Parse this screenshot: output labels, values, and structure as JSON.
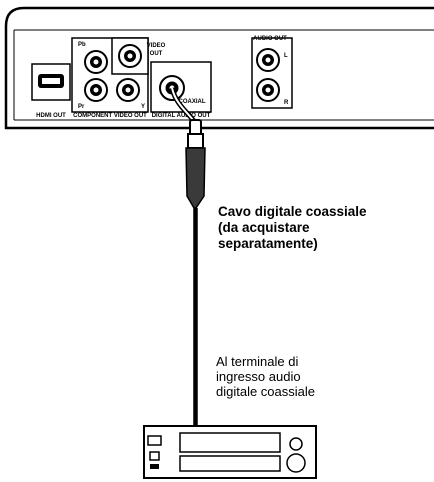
{
  "player_panel": {
    "labels": {
      "hdmi_out": "HDMI OUT",
      "pb": "Pb",
      "pr": "Pr",
      "y": "Y",
      "component_video_out": "COMPONENT VIDEO OUT",
      "video_out_line1": "VIDEO",
      "video_out_line2": "OUT",
      "coaxial": "COAXIAL",
      "digital_audio_out": "DIGITAL AUDIO OUT",
      "audio_out": "AUDIO OUT",
      "left": "L",
      "right": "R"
    }
  },
  "cable_label": {
    "line1": "Cavo digitale coassiale",
    "line2": "(da acquistare",
    "line3": "separatamente)"
  },
  "destination_label": {
    "line1": "Al terminale di",
    "line2": "ingresso audio",
    "line3": "digitale coassiale"
  }
}
